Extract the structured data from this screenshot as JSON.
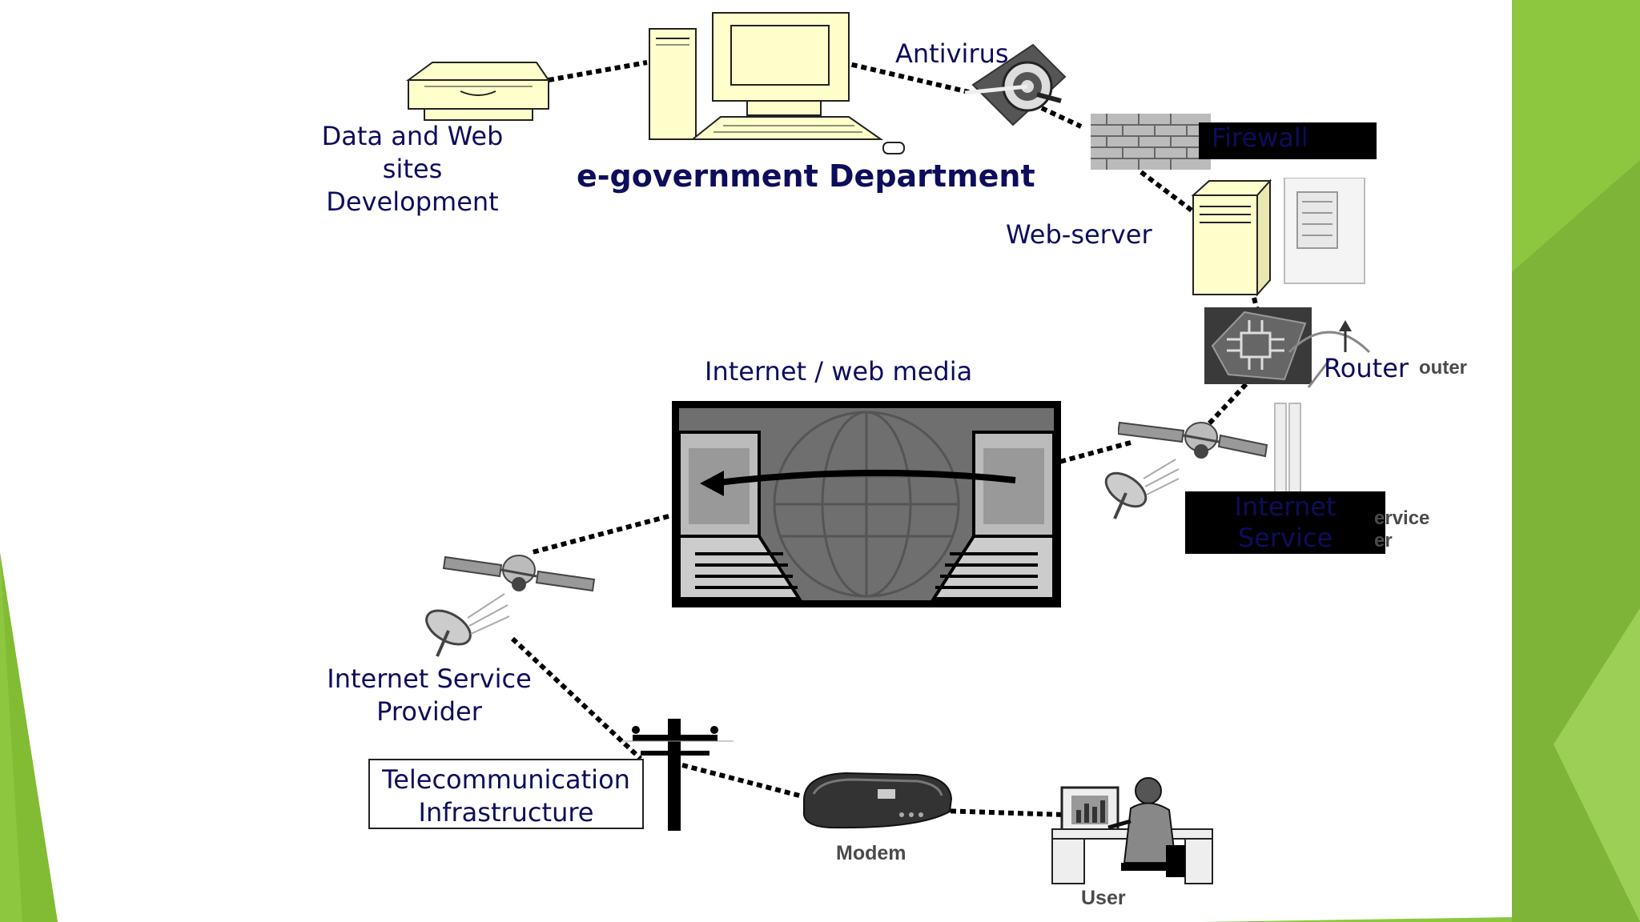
{
  "diagram": {
    "title": "e-government Department",
    "labels": {
      "data_dev": "Data and Web sites\nDevelopment",
      "antivirus": "Antivirus",
      "firewall": "Firewall",
      "web_server": "Web-server",
      "router": "Router",
      "router_faded": "outer",
      "internet_media": "Internet / web media",
      "isp_right": "Internet Service\nProvider",
      "isp_right_faded": "ervice\ner",
      "isp_left": "Internet Service\nProvider",
      "telecom": "Telecommunication\nInfrastructure",
      "modem": "Modem",
      "user": "User"
    },
    "colors": {
      "label_text": "#0d0d5c",
      "device_fill": "#ffffcc",
      "accent_green": "#8dc63f",
      "connector": "#000000"
    }
  }
}
